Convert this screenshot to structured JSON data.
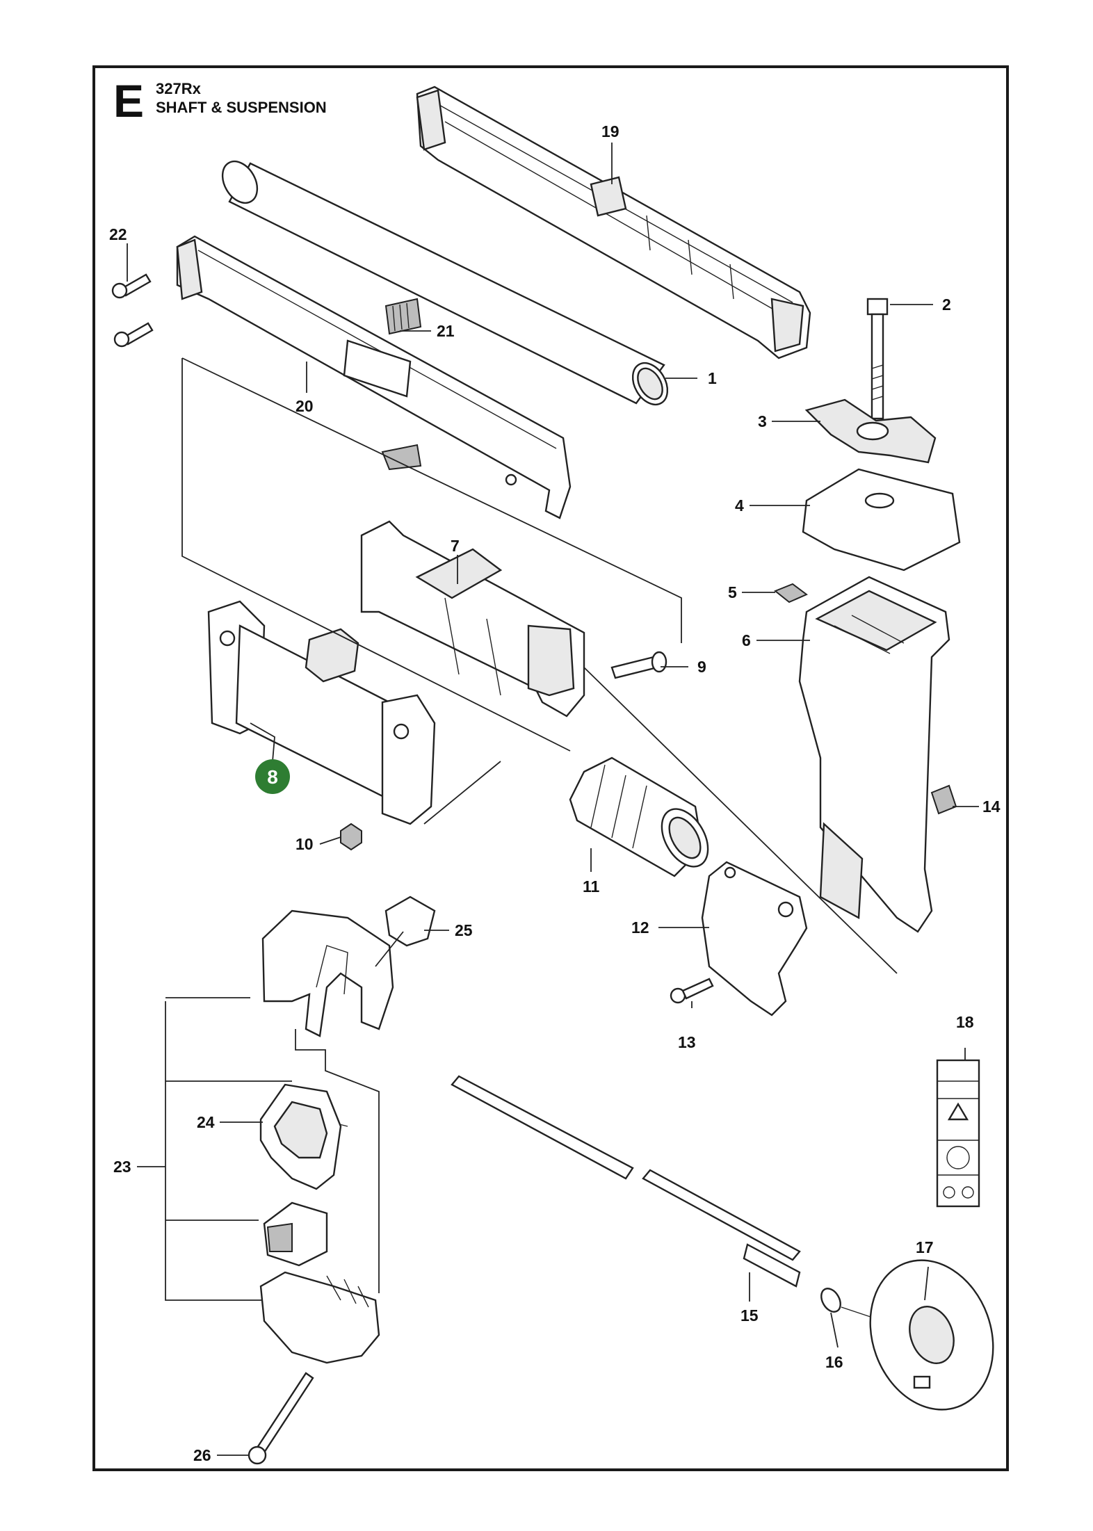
{
  "header": {
    "section_letter": "E",
    "model": "327Rx",
    "title": "SHAFT & SUSPENSION"
  },
  "highlight_color": "#2e7d32",
  "parts": [
    {
      "id": "p1",
      "number": "1"
    },
    {
      "id": "p2",
      "number": "2"
    },
    {
      "id": "p3",
      "number": "3"
    },
    {
      "id": "p4",
      "number": "4"
    },
    {
      "id": "p5",
      "number": "5"
    },
    {
      "id": "p6",
      "number": "6"
    },
    {
      "id": "p7",
      "number": "7"
    },
    {
      "id": "p8",
      "number": "8",
      "highlighted": true
    },
    {
      "id": "p9",
      "number": "9"
    },
    {
      "id": "p10",
      "number": "10"
    },
    {
      "id": "p11",
      "number": "11"
    },
    {
      "id": "p12",
      "number": "12"
    },
    {
      "id": "p13",
      "number": "13"
    },
    {
      "id": "p14",
      "number": "14"
    },
    {
      "id": "p15",
      "number": "15"
    },
    {
      "id": "p16",
      "number": "16"
    },
    {
      "id": "p17",
      "number": "17"
    },
    {
      "id": "p18",
      "number": "18"
    },
    {
      "id": "p19",
      "number": "19"
    },
    {
      "id": "p20",
      "number": "20"
    },
    {
      "id": "p21",
      "number": "21"
    },
    {
      "id": "p22",
      "number": "22"
    },
    {
      "id": "p23",
      "number": "23"
    },
    {
      "id": "p24",
      "number": "24"
    },
    {
      "id": "p25",
      "number": "25"
    },
    {
      "id": "p26",
      "number": "26"
    }
  ]
}
